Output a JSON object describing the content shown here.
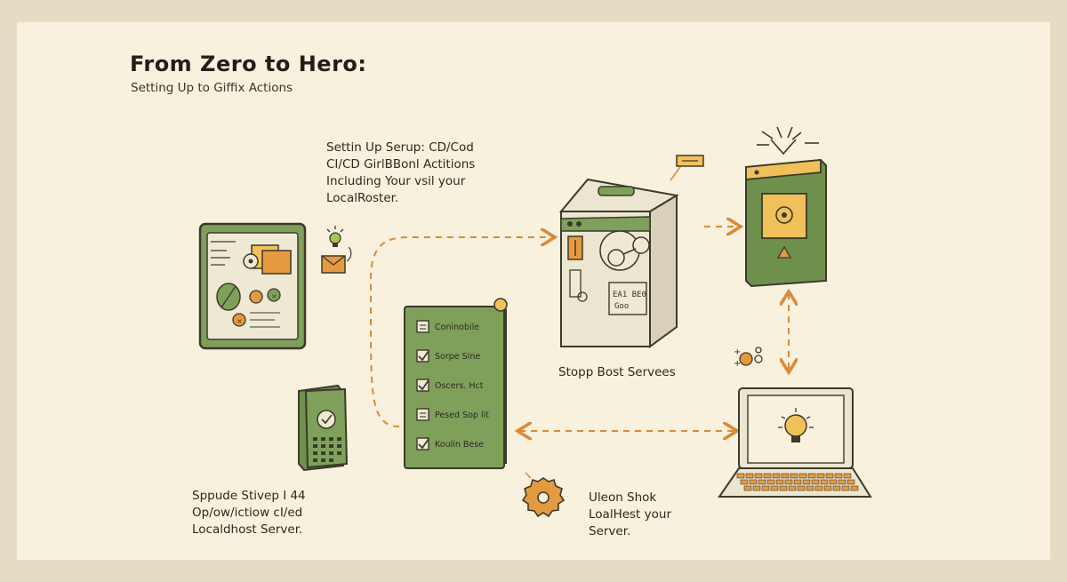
{
  "title": "From Zero to Hero:",
  "subtitle": "Setting Up to Giffix Actions",
  "blocks": {
    "top_text": "Settin Up Serup: CD/Cod\nCI/CD GirlBBonl Actitions\nIncluding Your vsil your\nLocalRoster.",
    "server_caption": "Stopp Bost Servees",
    "bottom_left": "Sppude Stivep I 44\nOp/ow/ictiow cI/ed\nLocaldhost Server.",
    "bottom_right": "Uleon Shok\nLoalHest your\nServer."
  },
  "checklist": [
    {
      "label": "Coninobile",
      "checked": false
    },
    {
      "label": "Sorpe Sine",
      "checked": true
    },
    {
      "label": "Oscers. Hct",
      "checked": true
    },
    {
      "label": "Pesed Sop lit",
      "checked": false
    },
    {
      "label": "Koulin Bese",
      "checked": true
    }
  ],
  "server_panel": {
    "line1": "EA1 BE0",
    "line2": "Goo"
  },
  "colors": {
    "background": "#f7f1dd",
    "green": "#7fa05a",
    "dark_outline": "#3a3a2c",
    "orange": "#e0953f",
    "cream": "#ece6d0"
  },
  "icons": [
    "tablet-icon",
    "envelope-icon",
    "lightbulb-icon",
    "payment-terminal-icon",
    "checklist-card-icon",
    "server-icon",
    "app-window-icon",
    "laptop-icon",
    "gear-icon",
    "warning-icon"
  ]
}
